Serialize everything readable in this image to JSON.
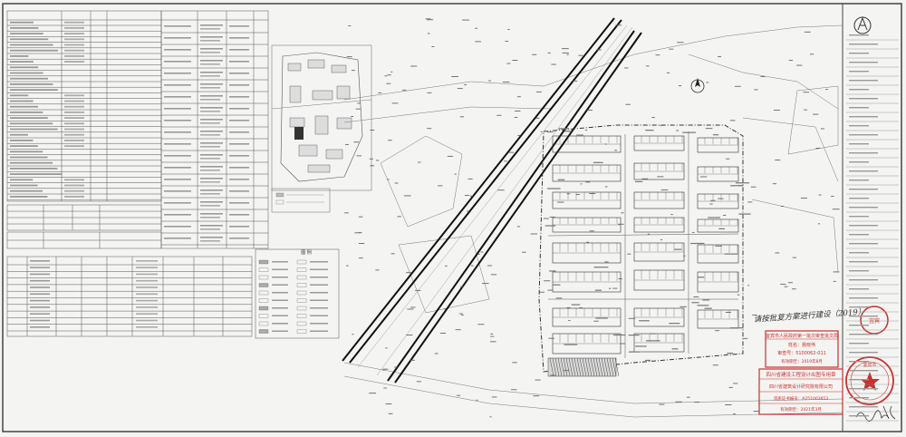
{
  "drawing": {
    "handwritten_note": "请按批复方案进行建设（2019）",
    "legend_title": "图 例"
  },
  "stamps": {
    "review_stamp": {
      "line1": "宜宾市人民政府第一批次审查批文局",
      "line2": "姓名：聂晓伟",
      "line3": "审查号：5100062-011",
      "line4": "有效期至：2019年8月"
    },
    "design_stamp": {
      "line1": "四川省建设工程设计出图专用章",
      "line2": "四川省建筑设计研究院有限公司",
      "line3": "资质证书编号：A251003653",
      "line4": "有效期至：2021年3月"
    },
    "red_seal_right": "宜宾市",
    "red_seal_top": "宜宾"
  },
  "colors": {
    "line": "#333333",
    "stamp_red": "#c8302e",
    "paper": "#f4f4f2"
  }
}
